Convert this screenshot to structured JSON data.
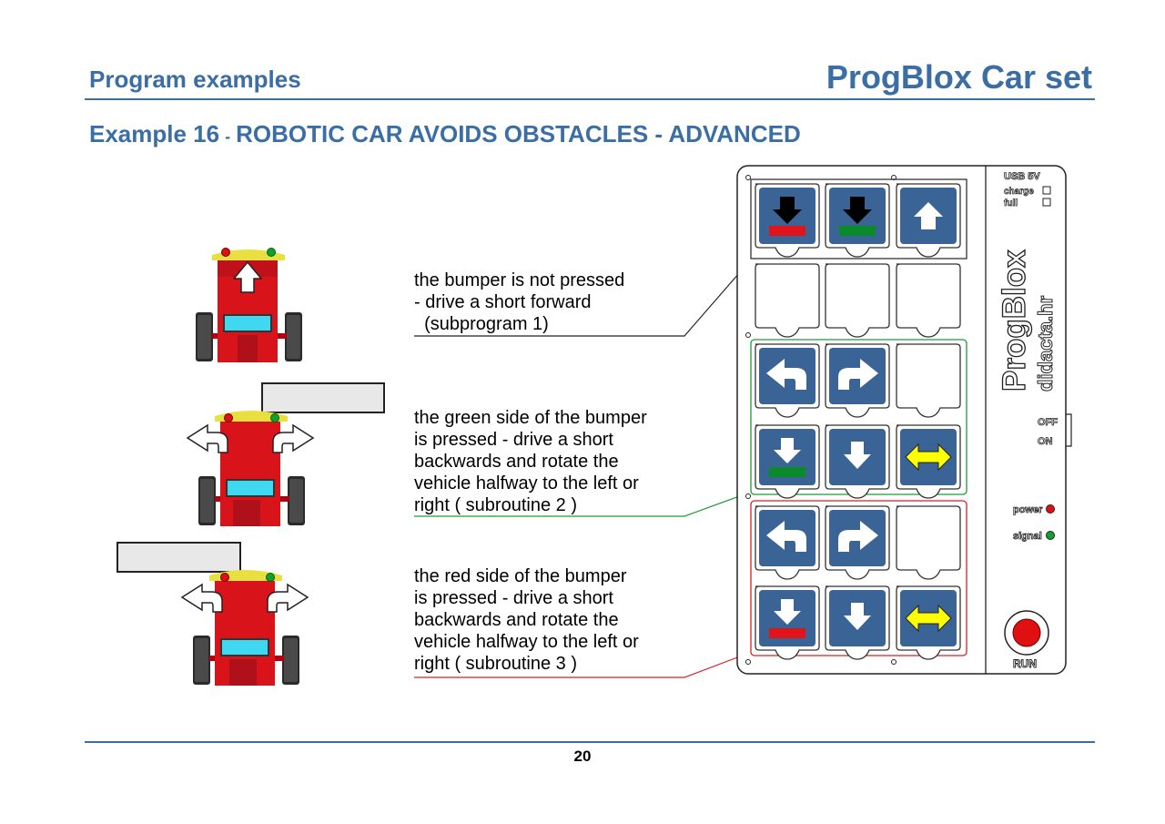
{
  "header": {
    "section": "Program examples",
    "brand": "ProgBlox Car set"
  },
  "example": {
    "number": "Example 16",
    "separator": "-",
    "title": "ROBOTIC CAR AVOIDS OBSTACLES - ADVANCED"
  },
  "descriptions": [
    "the bumper is not pressed\n- drive a short forward\n  (subprogram 1)",
    "the green side of the bumper\nis pressed - drive a short\nbackwards and rotate the\nvehicle halfway to the left or\nright ( subroutine 2 )",
    "the red side of the bumper\nis pressed - drive a short\nbackwards and rotate the\nvehicle halfway to the left or\nright ( subroutine 3 )"
  ],
  "device": {
    "usb": "USB 5V",
    "charge": "charge",
    "full": "full",
    "brand": "ProgBlox",
    "site": "didacta.hr",
    "off": "OFF",
    "on": "ON",
    "power": "power",
    "signal": "signal",
    "run": "RUN"
  },
  "page_number": "20",
  "colors": {
    "accent": "#3a6ea5",
    "block_blue": "#3a6496",
    "car_red": "#d8141a",
    "green_bumper": "#0a8a2a",
    "red_bumper": "#e0141a",
    "arrow_yellow": "#ffff00"
  },
  "icons": [
    "arrow-down-icon",
    "arrow-up-icon",
    "turn-left-icon",
    "turn-right-icon",
    "rotate-both-icon"
  ]
}
